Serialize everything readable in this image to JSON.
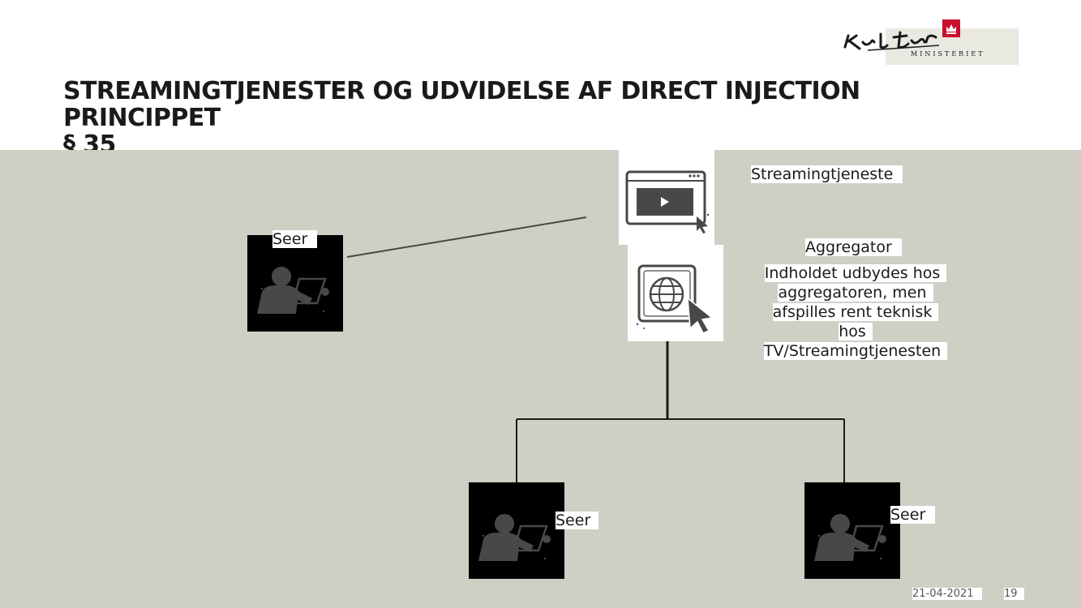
{
  "slide": {
    "title_line1": "STREAMINGTJENESTER OG UDVIDELSE AF DIRECT INJECTION PRINCIPPET",
    "title_line2": "§ 35",
    "date": "21-04-2021",
    "page_number": "19"
  },
  "logo": {
    "script_text": "Kultur",
    "subtitle": "MINISTERIET",
    "crown_color": "#c8102e",
    "icon": "crown-icon"
  },
  "diagram": {
    "streaming_label": "Streamingtjeneste",
    "aggregator_label": "Aggregator",
    "aggregator_description_lines": [
      "Indholdet udbydes hos",
      "aggregatoren, men",
      "afspilles rent teknisk",
      "hos",
      "TV/Streamingtjenesten"
    ],
    "viewer_left_label": "Seer",
    "viewer_bottom_left_label": "Seer",
    "viewer_bottom_right_label": "Seer",
    "icons": {
      "streaming": "video-player-icon",
      "aggregator": "globe-cursor-icon",
      "viewer": "person-tablet-icon"
    },
    "colors": {
      "panel": "#d0cfc6",
      "icon_gray": "#4a4846",
      "line": "#1a1a1a"
    }
  }
}
